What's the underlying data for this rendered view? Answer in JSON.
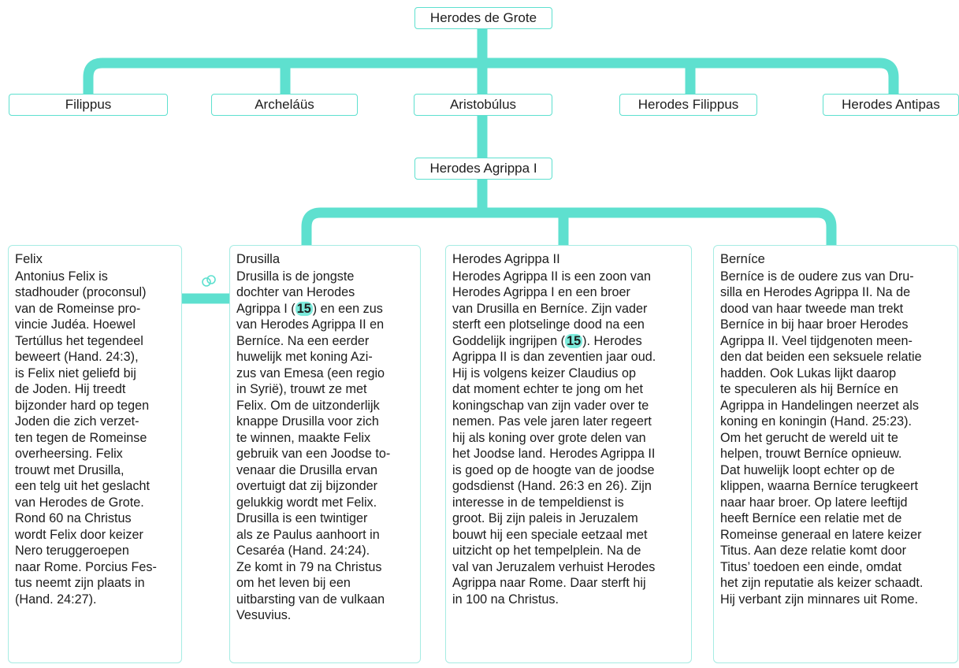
{
  "colors": {
    "connector": "#5ee0cf",
    "border": "#a6ece3",
    "ref_badge": "#7ceadb"
  },
  "root": "Herodes de Grote",
  "children": [
    "Filippus",
    "Archeláüs",
    "Aristobúlus",
    "Herodes Filippus",
    "Herodes Antipas"
  ],
  "grandchild": "Herodes Agrippa I",
  "marriage_icon": "wedding-rings-icon",
  "cards": [
    {
      "title": "Felix",
      "lines": [
        [
          "Antonius Felix is"
        ],
        [
          "stadhouder (proconsul)"
        ],
        [
          "van de Romeinse pro-"
        ],
        [
          "vincie Judéa. Hoewel"
        ],
        [
          "Tertúllus het tegendeel"
        ],
        [
          "beweert (Hand. 24:3),"
        ],
        [
          "is Felix niet geliefd bij"
        ],
        [
          "de Joden. Hij treedt"
        ],
        [
          "bijzonder hard op tegen"
        ],
        [
          "Joden die zich verzet-"
        ],
        [
          "ten tegen de Romeinse"
        ],
        [
          "overheersing. Felix"
        ],
        [
          "trouwt met Drusilla,"
        ],
        [
          "een telg uit het geslacht"
        ],
        [
          "van Herodes de Grote."
        ],
        [
          "Rond 60 na Christus"
        ],
        [
          "wordt Felix door keizer"
        ],
        [
          "Nero teruggeroepen"
        ],
        [
          "naar Rome. Porcius Fes-"
        ],
        [
          "tus neemt zijn plaats in"
        ],
        [
          "(Hand. 24:27)."
        ]
      ]
    },
    {
      "title": "Drusilla",
      "lines": [
        [
          "Drusilla is de jongste"
        ],
        [
          "dochter van Herodes"
        ],
        [
          "Agrippa I (",
          "15",
          ") en een zus"
        ],
        [
          "van Herodes Agrippa II en"
        ],
        [
          "Berníce. Na een eerder"
        ],
        [
          "huwelijk met koning Azi-"
        ],
        [
          "zus van Emesa (een regio"
        ],
        [
          "in Syrië), trouwt ze met"
        ],
        [
          "Felix. Om de uitzonderlijk"
        ],
        [
          "knappe Drusilla voor zich"
        ],
        [
          "te winnen, maakte Felix"
        ],
        [
          "gebruik van een Joodse to-"
        ],
        [
          "venaar die Drusilla ervan"
        ],
        [
          "overtuigt dat zij bijzonder"
        ],
        [
          "gelukkig wordt met Felix."
        ],
        [
          "Drusilla is een twintiger"
        ],
        [
          "als ze Paulus aanhoort in"
        ],
        [
          "Cesaréa (Hand. 24:24)."
        ],
        [
          "Ze komt in 79 na Christus"
        ],
        [
          "om het leven bij een"
        ],
        [
          "uitbarsting van de vulkaan"
        ],
        [
          "Vesuvius."
        ]
      ]
    },
    {
      "title": "Herodes Agrippa II",
      "lines": [
        [
          "Herodes Agrippa II is een zoon van"
        ],
        [
          "Herodes Agrippa I en een broer"
        ],
        [
          "van Drusilla en Berníce. Zijn vader"
        ],
        [
          "sterft een plotselinge dood na een"
        ],
        [
          "Goddelijk ingrijpen (",
          "15",
          "). Herodes"
        ],
        [
          "Agrippa II is dan zeventien jaar oud."
        ],
        [
          "Hij is volgens keizer Claudius op"
        ],
        [
          "dat moment echter te jong om het"
        ],
        [
          "koningschap van zijn vader over te"
        ],
        [
          "nemen. Pas vele jaren later regeert"
        ],
        [
          "hij als koning over grote delen van"
        ],
        [
          "het Joodse land. Herodes Agrippa II"
        ],
        [
          "is goed op de hoogte van de joodse"
        ],
        [
          "godsdienst (Hand. 26:3 en 26). Zijn"
        ],
        [
          "interesse in de tempeldienst is"
        ],
        [
          "groot. Bij zijn paleis in Jeruzalem"
        ],
        [
          "bouwt hij een speciale eetzaal met"
        ],
        [
          "uitzicht op het tempelplein. Na de"
        ],
        [
          "val van Jeruzalem verhuist Herodes"
        ],
        [
          "Agrippa naar Rome. Daar sterft hij"
        ],
        [
          "in 100 na Christus."
        ]
      ]
    },
    {
      "title": "Berníce",
      "lines": [
        [
          "Berníce is de oudere zus van Dru-"
        ],
        [
          "silla en Herodes Agrippa II. Na de"
        ],
        [
          "dood van haar tweede man trekt"
        ],
        [
          "Berníce in bij haar broer Herodes"
        ],
        [
          "Agrippa II. Veel tijdgenoten meen-"
        ],
        [
          "den dat beiden een seksuele relatie"
        ],
        [
          "hadden. Ook Lukas lijkt daarop"
        ],
        [
          "te speculeren als hij Berníce en"
        ],
        [
          "Agrippa in Handelingen neerzet als"
        ],
        [
          "koning en koningin (Hand. 25:23)."
        ],
        [
          "Om het gerucht de wereld uit te"
        ],
        [
          "helpen, trouwt Berníce opnieuw."
        ],
        [
          "Dat huwelijk loopt echter op de"
        ],
        [
          "klippen, waarna Berníce terugkeert"
        ],
        [
          "naar haar broer. Op latere leeftijd"
        ],
        [
          "heeft Berníce een relatie met de"
        ],
        [
          "Romeinse generaal en latere keizer"
        ],
        [
          "Titus. Aan deze relatie komt door"
        ],
        [
          "Titus’ toedoen een einde, omdat"
        ],
        [
          "het zijn reputatie als keizer schaadt."
        ],
        [
          "Hij verbant zijn minnares uit Rome."
        ]
      ]
    }
  ]
}
